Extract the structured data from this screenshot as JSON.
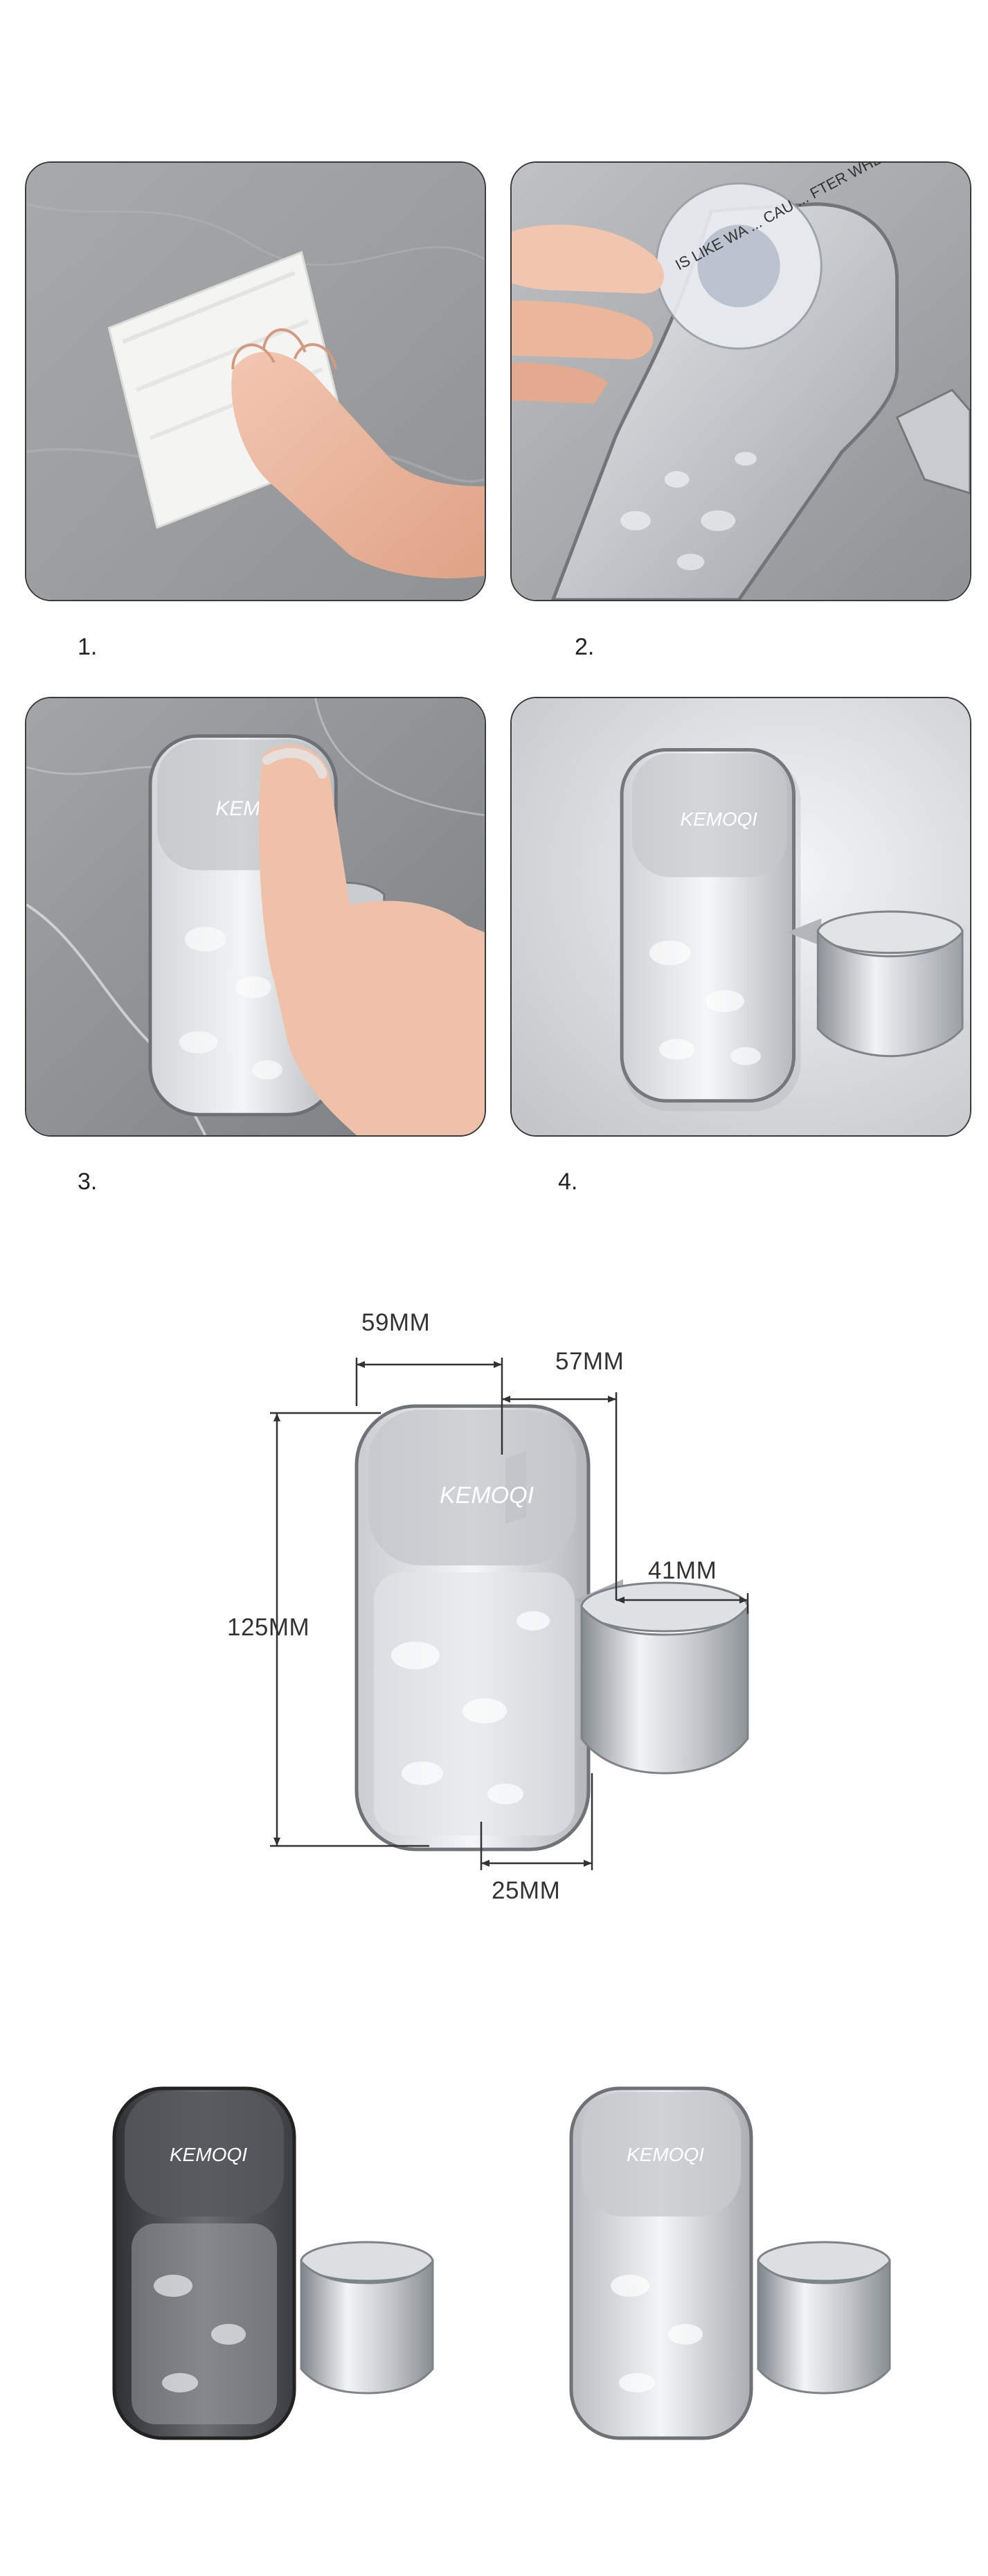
{
  "steps": [
    {
      "number": "1.",
      "scene": "wipe-wall"
    },
    {
      "number": "2.",
      "scene": "peel-film"
    },
    {
      "number": "3.",
      "scene": "press-holder"
    },
    {
      "number": "4.",
      "scene": "mounted-holder"
    }
  ],
  "film_text": "IS LIKE WA ... CAU ... FTER WHEN IT IS ... CA",
  "brand_logo": "KEMOQI",
  "dimensions": {
    "width_top": "59MM",
    "depth": "57MM",
    "height": "125MM",
    "ring_width": "41MM",
    "base_width": "25MM"
  },
  "variants": [
    {
      "color_name": "dark-grey",
      "tint": "#4a4d52"
    },
    {
      "color_name": "clear",
      "tint": "#d8dbdf"
    }
  ],
  "colors": {
    "panel_border": "#3a3a3a",
    "chrome": "#c9cdd1",
    "wall_grey": "#9ea1a4"
  }
}
